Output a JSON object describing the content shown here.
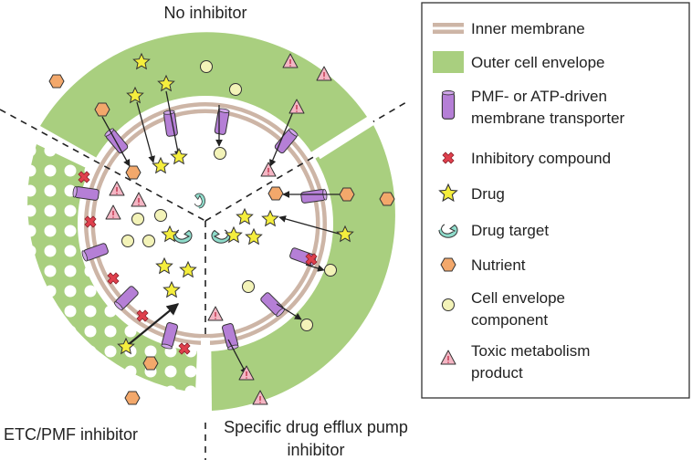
{
  "sections": {
    "top": "No inhibitor",
    "left": "ETC/PMF inhibitor",
    "right_line1": "Specific drug efflux pump",
    "right_line2": "inhibitor"
  },
  "legend": {
    "inner_membrane": "Inner membrane",
    "outer_envelope": "Outer cell envelope",
    "transporter_line1": "PMF- or ATP-driven",
    "transporter_line2": "membrane transporter",
    "inhibitory_compound": "Inhibitory compound",
    "drug": "Drug",
    "drug_target": "Drug target",
    "nutrient": "Nutrient",
    "envelope_component_line1": "Cell envelope",
    "envelope_component_line2": "component",
    "toxic_line1": "Toxic metabolism",
    "toxic_line2": "product"
  },
  "colors": {
    "outer_envelope": "#a9cf7f",
    "membrane": "#cdb5a6",
    "transporter": "#b57fd6",
    "inhibitor": "#e0404d",
    "drug": "#f5ee3d",
    "drug_target": "#8fdccb",
    "nutrient": "#f3a86b",
    "envelope_component": "#f3f3b8",
    "toxic": "#f4b6c4"
  }
}
